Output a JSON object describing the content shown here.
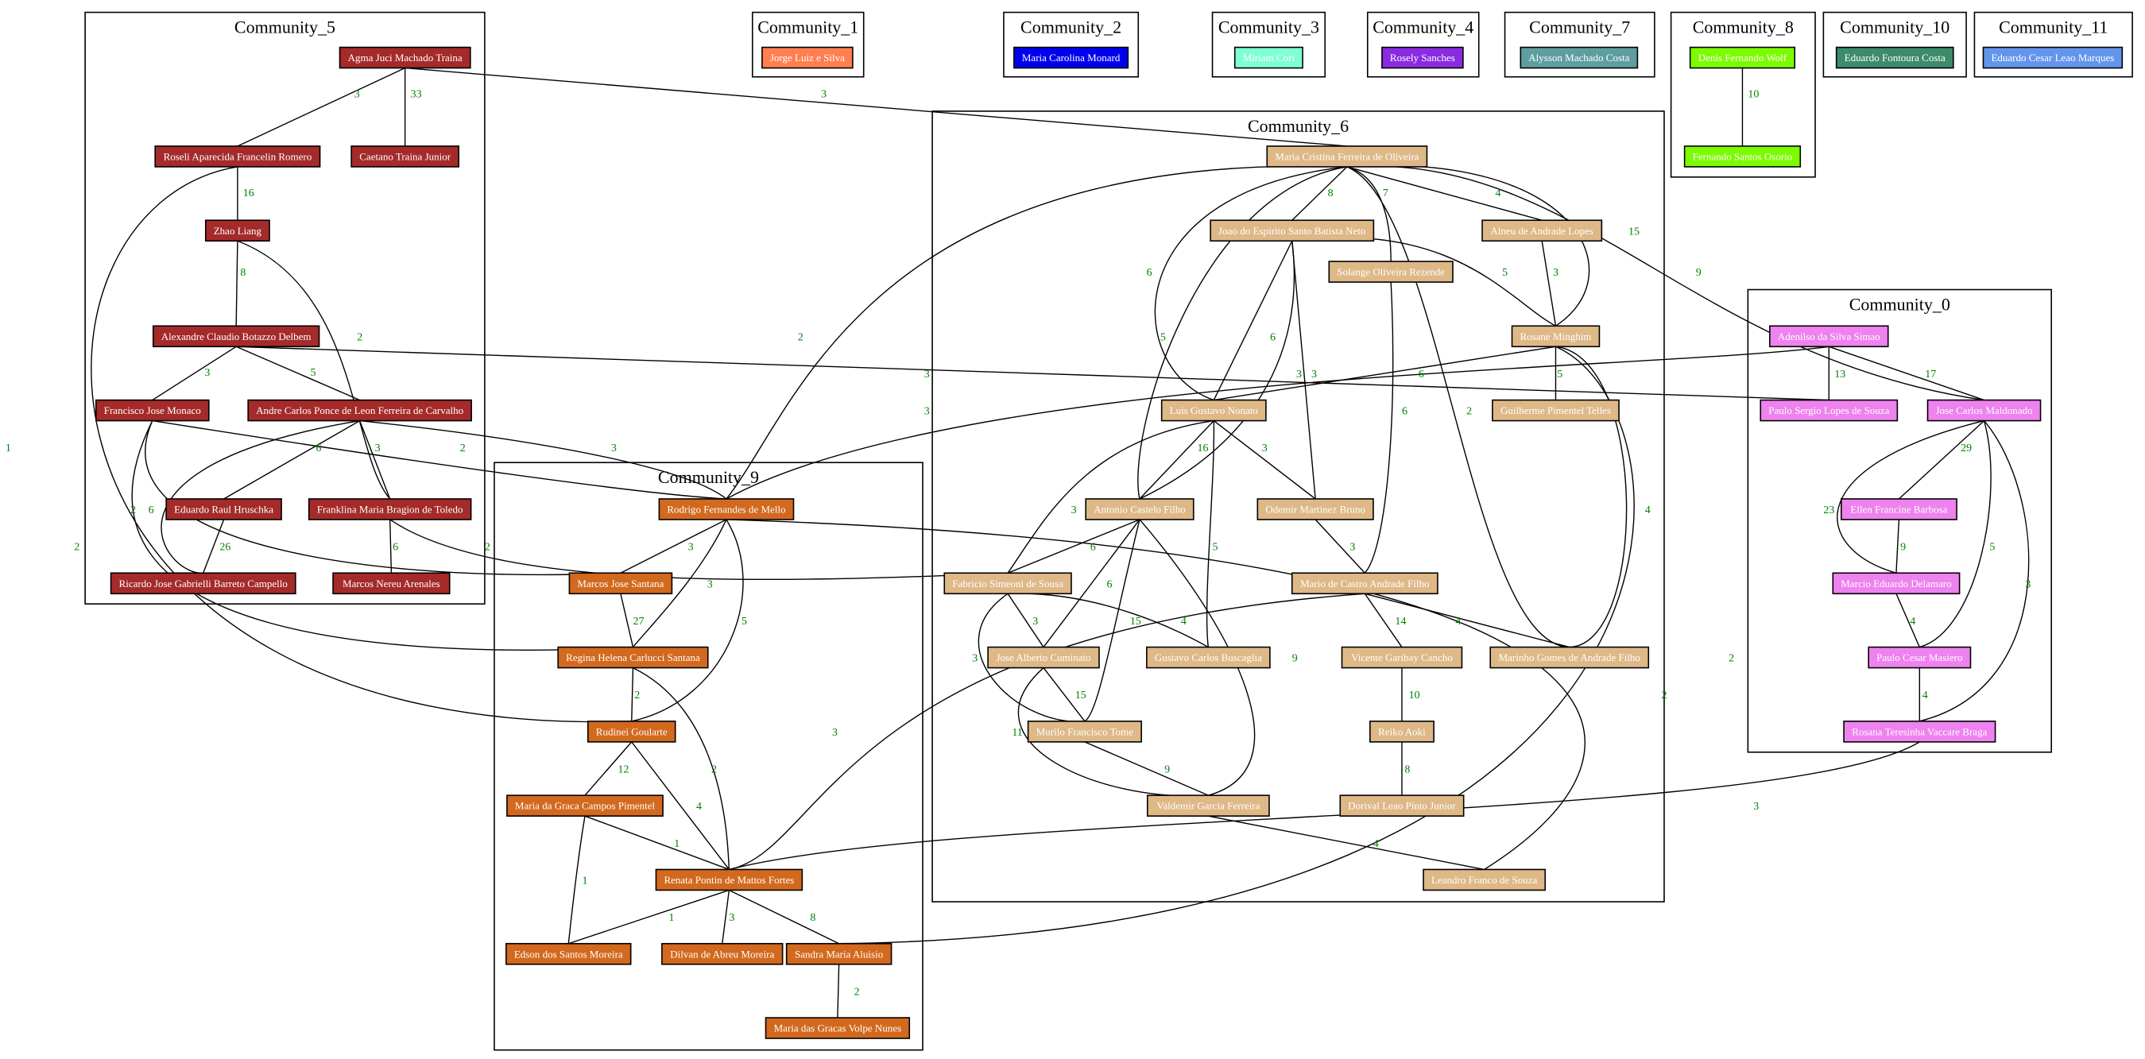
{
  "communities": [
    {
      "id": "c5",
      "title": "Community_5",
      "color": "#a52a2a"
    },
    {
      "id": "c1",
      "title": "Community_1",
      "color": "#ff7f50"
    },
    {
      "id": "c2",
      "title": "Community_2",
      "color": "#0000ee"
    },
    {
      "id": "c3",
      "title": "Community_3",
      "color": "#7fffd4"
    },
    {
      "id": "c4",
      "title": "Community_4",
      "color": "#8a2be2"
    },
    {
      "id": "c7",
      "title": "Community_7",
      "color": "#5f9ea0"
    },
    {
      "id": "c8",
      "title": "Community_8",
      "color": "#7cfc00"
    },
    {
      "id": "c10",
      "title": "Community_10",
      "color": "#3c8b6a"
    },
    {
      "id": "c11",
      "title": "Community_11",
      "color": "#6495ed"
    },
    {
      "id": "c6",
      "title": "Community_6",
      "color": "#deb887"
    },
    {
      "id": "c0",
      "title": "Community_0",
      "color": "#ee82ee"
    },
    {
      "id": "c9",
      "title": "Community_9",
      "color": "#d2691e"
    }
  ],
  "nodes": [
    {
      "id": "agma",
      "label": "Agma Juci Machado Traina",
      "community": "c5"
    },
    {
      "id": "roseli",
      "label": "Roseli Aparecida Francelin Romero",
      "community": "c5"
    },
    {
      "id": "caetano",
      "label": "Caetano Traina Junior",
      "community": "c5"
    },
    {
      "id": "zhao",
      "label": "Zhao Liang",
      "community": "c5"
    },
    {
      "id": "alexandre",
      "label": "Alexandre Claudio Botazzo Delbem",
      "community": "c5"
    },
    {
      "id": "francisco",
      "label": "Francisco Jose Monaco",
      "community": "c5"
    },
    {
      "id": "andre",
      "label": "Andre Carlos Ponce de Leon Ferreira de Carvalho",
      "community": "c5"
    },
    {
      "id": "eduardoraul",
      "label": "Eduardo Raul Hruschka",
      "community": "c5"
    },
    {
      "id": "franklina",
      "label": "Franklina Maria Bragion de Toledo",
      "community": "c5"
    },
    {
      "id": "ricardo",
      "label": "Ricardo Jose Gabrielli Barreto Campello",
      "community": "c5"
    },
    {
      "id": "marcosnereu",
      "label": "Marcos  Nereu Arenales",
      "community": "c5"
    },
    {
      "id": "jorge",
      "label": "Jorge Luiz e Silva",
      "community": "c1"
    },
    {
      "id": "mariacarolina",
      "label": "Maria Carolina Monard",
      "community": "c2"
    },
    {
      "id": "miriam",
      "label": "Miriam Cori",
      "community": "c3"
    },
    {
      "id": "rosely",
      "label": "Rosely Sanches",
      "community": "c4"
    },
    {
      "id": "alysson",
      "label": "Alysson Machado Costa",
      "community": "c7"
    },
    {
      "id": "denis",
      "label": "Denis Fernando Wolf",
      "community": "c8"
    },
    {
      "id": "fernando",
      "label": "Fernando Santos Osorio",
      "community": "c8"
    },
    {
      "id": "eduardofontoura",
      "label": "Eduardo Fontoura Costa",
      "community": "c10"
    },
    {
      "id": "eduardocesar",
      "label": "Eduardo Cesar Leao Marques",
      "community": "c11"
    },
    {
      "id": "mariacristina",
      "label": "Maria Cristina Ferreira de Oliveira",
      "community": "c6"
    },
    {
      "id": "joao",
      "label": "Joao do Espirito Santo Batista Neto",
      "community": "c6"
    },
    {
      "id": "alneu",
      "label": "Alneu de Andrade Lopes",
      "community": "c6"
    },
    {
      "id": "solange",
      "label": "Solange Oliveira Rezende",
      "community": "c6"
    },
    {
      "id": "rosane",
      "label": "Rosane Minghim",
      "community": "c6"
    },
    {
      "id": "luis",
      "label": "Luis Gustavo Nonato",
      "community": "c6"
    },
    {
      "id": "guilherme",
      "label": "Guilherme Pimentel Telles",
      "community": "c6"
    },
    {
      "id": "antonio",
      "label": "Antonio Castelo Filho",
      "community": "c6"
    },
    {
      "id": "odemir",
      "label": "Odemir Martinez Bruno",
      "community": "c6"
    },
    {
      "id": "fabricio",
      "label": "Fabricio Simeoni de Sousa",
      "community": "c6"
    },
    {
      "id": "mario",
      "label": "Mario de Castro Andrade Filho",
      "community": "c6"
    },
    {
      "id": "josealberto",
      "label": "Jose Alberto Cuminato",
      "community": "c6"
    },
    {
      "id": "gustavo",
      "label": "Gustavo Carlos Buscaglia",
      "community": "c6"
    },
    {
      "id": "vicente",
      "label": "Vicente Garibay  Cancho",
      "community": "c6"
    },
    {
      "id": "marinho",
      "label": "Marinho Gomes de Andrade Filho",
      "community": "c6"
    },
    {
      "id": "reiko",
      "label": "Reiko Aoki",
      "community": "c6"
    },
    {
      "id": "murilo",
      "label": "Murilo Francisco Tome",
      "community": "c6"
    },
    {
      "id": "valdemir",
      "label": "Valdemir  Garcia Ferreira",
      "community": "c6"
    },
    {
      "id": "dorival",
      "label": "Dorival Leao Pinto Junior",
      "community": "c6"
    },
    {
      "id": "leandro",
      "label": "Leandro Franco de Souza",
      "community": "c6"
    },
    {
      "id": "adenilso",
      "label": "Adenilso da Silva Simao",
      "community": "c0"
    },
    {
      "id": "paulosergio",
      "label": "Paulo Sergio Lopes de Souza",
      "community": "c0"
    },
    {
      "id": "josecarlos",
      "label": "Jose Carlos Maldonado",
      "community": "c0"
    },
    {
      "id": "ellen",
      "label": "Ellen Francine  Barbosa",
      "community": "c0"
    },
    {
      "id": "marcio",
      "label": "Marcio Eduardo Delamaro",
      "community": "c0"
    },
    {
      "id": "paulocesar",
      "label": "Paulo Cesar Masiero",
      "community": "c0"
    },
    {
      "id": "rosana",
      "label": "Rosana Teresinha Vaccare Braga",
      "community": "c0"
    },
    {
      "id": "rodrigo",
      "label": "Rodrigo Fernandes de Mello",
      "community": "c9"
    },
    {
      "id": "marcosjose",
      "label": "Marcos Jose Santana",
      "community": "c9"
    },
    {
      "id": "regina",
      "label": "Regina Helena Carlucci Santana",
      "community": "c9"
    },
    {
      "id": "rudinei",
      "label": "Rudinei Goularte",
      "community": "c9"
    },
    {
      "id": "mariadagraca",
      "label": "Maria da Graca Campos Pimentel",
      "community": "c9"
    },
    {
      "id": "renata",
      "label": "Renata Pontin de Mattos Fortes",
      "community": "c9"
    },
    {
      "id": "edson",
      "label": "Edson dos Santos Moreira",
      "community": "c9"
    },
    {
      "id": "dilvan",
      "label": "Dilvan de Abreu Moreira",
      "community": "c9"
    },
    {
      "id": "sandra",
      "label": "Sandra Maria Aluisio",
      "community": "c9"
    },
    {
      "id": "mariadasgracas",
      "label": "Maria das Gracas Volpe Nunes",
      "community": "c9"
    }
  ],
  "edges": [
    {
      "from": "agma",
      "to": "roseli",
      "weight": "3"
    },
    {
      "from": "agma",
      "to": "caetano",
      "weight": "33"
    },
    {
      "from": "agma",
      "to": "mariacristina",
      "weight": "3"
    },
    {
      "from": "roseli",
      "to": "zhao",
      "weight": "16"
    },
    {
      "from": "roseli",
      "to": "rudinei",
      "weight": "1"
    },
    {
      "from": "zhao",
      "to": "alexandre",
      "weight": "8"
    },
    {
      "from": "zhao",
      "to": "franklina",
      "weight": "2"
    },
    {
      "from": "alexandre",
      "to": "francisco",
      "weight": "3"
    },
    {
      "from": "alexandre",
      "to": "andre",
      "weight": "5"
    },
    {
      "from": "alexandre",
      "to": "paulosergio",
      "weight": "3"
    },
    {
      "from": "francisco",
      "to": "rodrigo",
      "weight": "2"
    },
    {
      "from": "francisco",
      "to": "marcosjose",
      "weight": "2"
    },
    {
      "from": "francisco",
      "to": "regina",
      "weight": "2"
    },
    {
      "from": "andre",
      "to": "eduardoraul",
      "weight": "6"
    },
    {
      "from": "andre",
      "to": "franklina",
      "weight": "3"
    },
    {
      "from": "andre",
      "to": "ricardo",
      "weight": "6"
    },
    {
      "from": "andre",
      "to": "rodrigo",
      "weight": "3"
    },
    {
      "from": "eduardoraul",
      "to": "ricardo",
      "weight": "26"
    },
    {
      "from": "franklina",
      "to": "marcosnereu",
      "weight": "6"
    },
    {
      "from": "franklina",
      "to": "fabricio",
      "weight": "2"
    },
    {
      "from": "denis",
      "to": "fernando",
      "weight": "10"
    },
    {
      "from": "mariacristina",
      "to": "joao",
      "weight": "8"
    },
    {
      "from": "mariacristina",
      "to": "alneu",
      "weight": "4"
    },
    {
      "from": "mariacristina",
      "to": "solange",
      "weight": "7"
    },
    {
      "from": "mariacristina",
      "to": "rosane",
      "weight": "15"
    },
    {
      "from": "mariacristina",
      "to": "luis",
      "weight": "6"
    },
    {
      "from": "mariacristina",
      "to": "antonio",
      "weight": "5"
    },
    {
      "from": "mariacristina",
      "to": "marinho",
      "weight": "2"
    },
    {
      "from": "mariacristina",
      "to": "josecarlos",
      "weight": "9"
    },
    {
      "from": "mariacristina",
      "to": "rodrigo",
      "weight": "2"
    },
    {
      "from": "joao",
      "to": "luis",
      "weight": "6"
    },
    {
      "from": "joao",
      "to": "antonio",
      "weight": "3"
    },
    {
      "from": "joao",
      "to": "odemir",
      "weight": "3"
    },
    {
      "from": "joao",
      "to": "rosane",
      "weight": "5"
    },
    {
      "from": "alneu",
      "to": "rosane",
      "weight": "3"
    },
    {
      "from": "solange",
      "to": "mario",
      "weight": "6"
    },
    {
      "from": "rosane",
      "to": "luis",
      "weight": "6"
    },
    {
      "from": "rosane",
      "to": "guilherme",
      "weight": "5"
    },
    {
      "from": "rosane",
      "to": "marinho",
      "weight": "4"
    },
    {
      "from": "rosane",
      "to": "sandra",
      "weight": "2"
    },
    {
      "from": "luis",
      "to": "antonio",
      "weight": "16"
    },
    {
      "from": "luis",
      "to": "odemir",
      "weight": "3"
    },
    {
      "from": "luis",
      "to": "gustavo",
      "weight": "5"
    },
    {
      "from": "luis",
      "to": "fabricio",
      "weight": "3"
    },
    {
      "from": "antonio",
      "to": "fabricio",
      "weight": "6"
    },
    {
      "from": "antonio",
      "to": "josealberto",
      "weight": "6"
    },
    {
      "from": "antonio",
      "to": "murilo",
      "weight": "15"
    },
    {
      "from": "antonio",
      "to": "valdemir",
      "weight": "9"
    },
    {
      "from": "odemir",
      "to": "mario",
      "weight": "3"
    },
    {
      "from": "fabricio",
      "to": "josealberto",
      "weight": "3"
    },
    {
      "from": "fabricio",
      "to": "gustavo",
      "weight": "4"
    },
    {
      "from": "fabricio",
      "to": "murilo",
      "weight": "3"
    },
    {
      "from": "mario",
      "to": "vicente",
      "weight": "14"
    },
    {
      "from": "mario",
      "to": "marinho",
      "weight": "4"
    },
    {
      "from": "mario",
      "to": "renata",
      "weight": "3"
    },
    {
      "from": "josealberto",
      "to": "murilo",
      "weight": "15"
    },
    {
      "from": "josealberto",
      "to": "valdemir",
      "weight": "11"
    },
    {
      "from": "vicente",
      "to": "reiko",
      "weight": "10"
    },
    {
      "from": "reiko",
      "to": "dorival",
      "weight": "8"
    },
    {
      "from": "murilo",
      "to": "valdemir",
      "weight": "9"
    },
    {
      "from": "valdemir",
      "to": "leandro",
      "weight": "4"
    },
    {
      "from": "adenilso",
      "to": "paulosergio",
      "weight": "13"
    },
    {
      "from": "adenilso",
      "to": "josecarlos",
      "weight": "17"
    },
    {
      "from": "adenilso",
      "to": "rodrigo",
      "weight": "3"
    },
    {
      "from": "josecarlos",
      "to": "ellen",
      "weight": "29"
    },
    {
      "from": "josecarlos",
      "to": "marcio",
      "weight": "23"
    },
    {
      "from": "josecarlos",
      "to": "paulocesar",
      "weight": "5"
    },
    {
      "from": "josecarlos",
      "to": "rosana",
      "weight": "3"
    },
    {
      "from": "ellen",
      "to": "marcio",
      "weight": "9"
    },
    {
      "from": "marcio",
      "to": "paulocesar",
      "weight": "4"
    },
    {
      "from": "paulocesar",
      "to": "rosana",
      "weight": "4"
    },
    {
      "from": "rosana",
      "to": "renata",
      "weight": "3"
    },
    {
      "from": "rodrigo",
      "to": "marcosjose",
      "weight": "3"
    },
    {
      "from": "rodrigo",
      "to": "regina",
      "weight": "3"
    },
    {
      "from": "rodrigo",
      "to": "rudinei",
      "weight": "5"
    },
    {
      "from": "rodrigo",
      "to": "leandro",
      "weight": "2"
    },
    {
      "from": "marcosjose",
      "to": "regina",
      "weight": "27"
    },
    {
      "from": "regina",
      "to": "rudinei",
      "weight": "2"
    },
    {
      "from": "regina",
      "to": "renata",
      "weight": "2"
    },
    {
      "from": "rudinei",
      "to": "mariadagraca",
      "weight": "12"
    },
    {
      "from": "rudinei",
      "to": "renata",
      "weight": "4"
    },
    {
      "from": "mariadagraca",
      "to": "renata",
      "weight": "1"
    },
    {
      "from": "mariadagraca",
      "to": "edson",
      "weight": "1"
    },
    {
      "from": "renata",
      "to": "edson",
      "weight": "1"
    },
    {
      "from": "renata",
      "to": "dilvan",
      "weight": "3"
    },
    {
      "from": "renata",
      "to": "sandra",
      "weight": "8"
    },
    {
      "from": "sandra",
      "to": "mariadasgracas",
      "weight": "2"
    }
  ]
}
